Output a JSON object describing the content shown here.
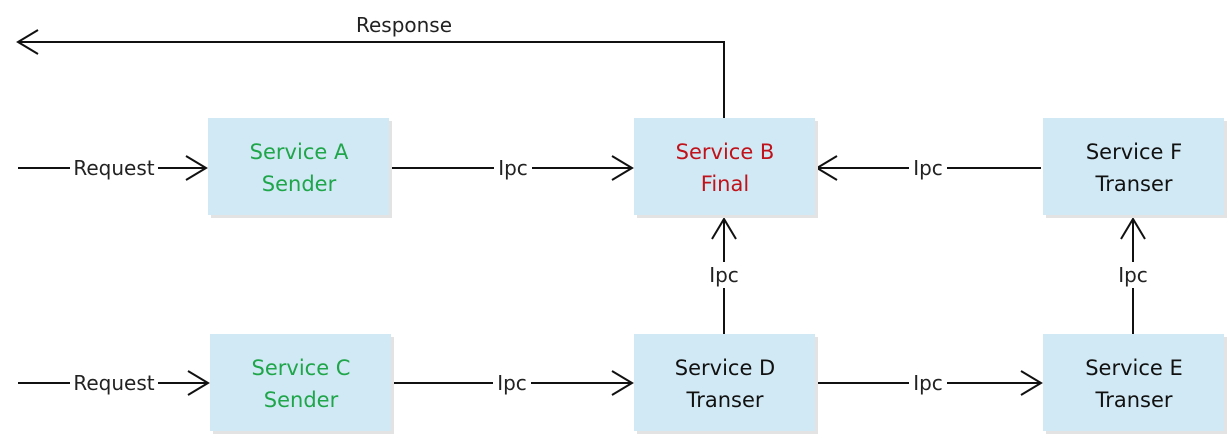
{
  "colors": {
    "box_fill": "#d1e9f4",
    "sender_text": "#1fa54a",
    "final_text": "#c0121b",
    "transer_text": "#111111",
    "line": "#111111"
  },
  "services": {
    "a": {
      "line1": "Service A",
      "line2": "Sender",
      "role": "sender"
    },
    "b": {
      "line1": "Service B",
      "line2": "Final",
      "role": "final"
    },
    "c": {
      "line1": "Service C",
      "line2": "Sender",
      "role": "sender"
    },
    "d": {
      "line1": "Service D",
      "line2": "Transer",
      "role": "transer"
    },
    "e": {
      "line1": "Service E",
      "line2": "Transer",
      "role": "transer"
    },
    "f": {
      "line1": "Service F",
      "line2": "Transer",
      "role": "transer"
    }
  },
  "edges": {
    "response": "Response",
    "request_a": "Request",
    "request_c": "Request",
    "a_to_b": "Ipc",
    "c_to_d": "Ipc",
    "d_to_e": "Ipc",
    "d_to_b": "Ipc",
    "e_to_f": "Ipc",
    "f_to_b": "Ipc"
  }
}
